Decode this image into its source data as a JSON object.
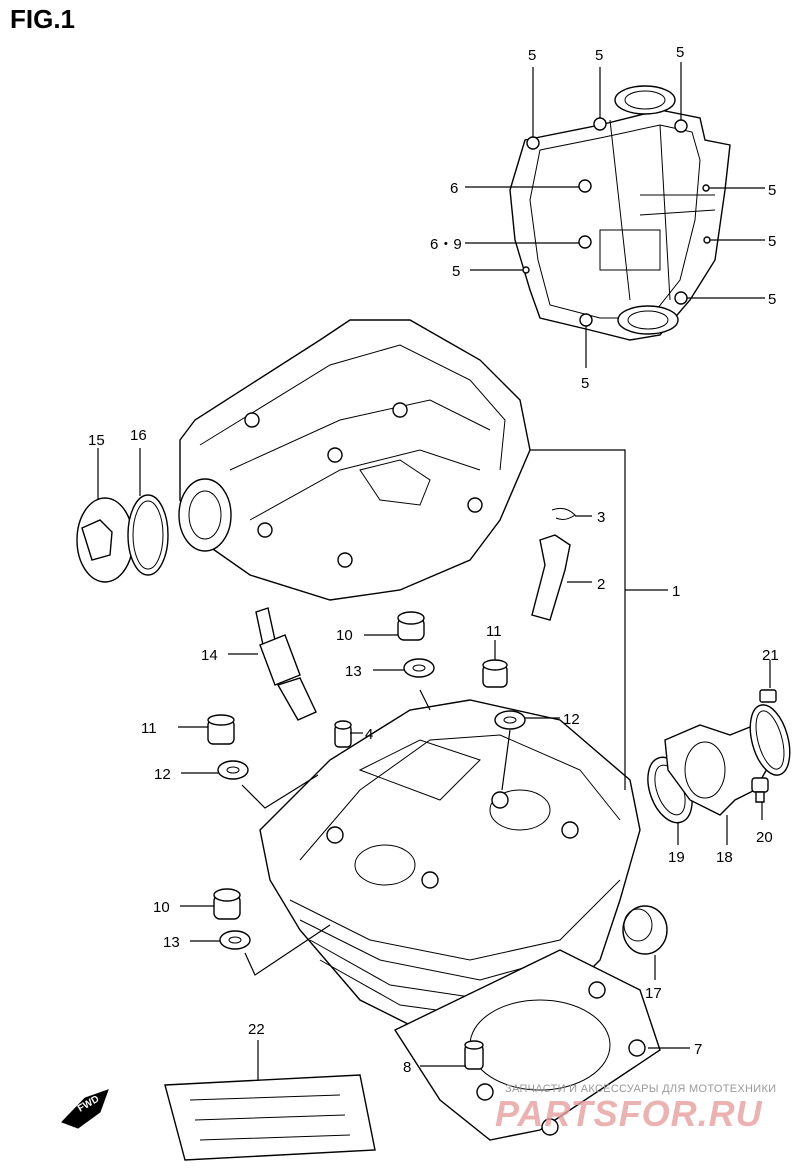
{
  "figure": {
    "title": "FIG.1"
  },
  "callouts": {
    "c1": "1",
    "c2": "2",
    "c3": "3",
    "c4": "4",
    "c5a": "5",
    "c5b": "5",
    "c5c": "5",
    "c5d": "5",
    "c5e": "5",
    "c5f": "5",
    "c5g": "5",
    "c5h": "5",
    "c6": "6",
    "c69": "6・9",
    "c7": "7",
    "c8": "8",
    "c10a": "10",
    "c10b": "10",
    "c11a": "11",
    "c11b": "11",
    "c12a": "12",
    "c12b": "12",
    "c13a": "13",
    "c13b": "13",
    "c14": "14",
    "c15": "15",
    "c16": "16",
    "c17": "17",
    "c18": "18",
    "c19": "19",
    "c20": "20",
    "c21": "21",
    "c22": "22"
  },
  "badge": {
    "fwd": "FWD"
  },
  "watermark": {
    "tagline": "ЗАПЧАСТИ И АКСЕССУАРЫ ДЛЯ МОТОТЕХНИКИ",
    "logo": "PARTSFOR.RU"
  }
}
